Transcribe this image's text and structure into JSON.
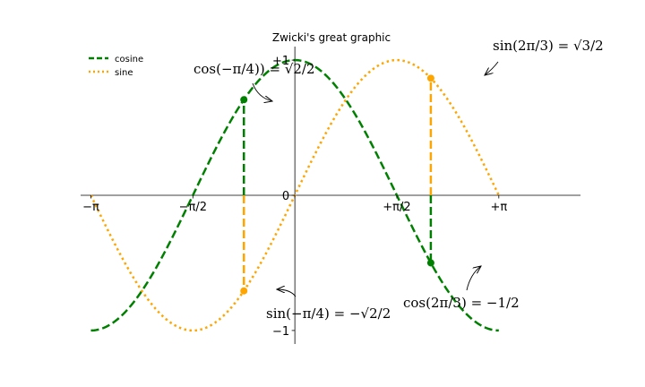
{
  "chart_data": {
    "type": "line",
    "title": "Zwicki's great graphic",
    "xlim": [
      -3.3,
      4.4
    ],
    "ylim": [
      -1.1,
      1.1
    ],
    "grid": false,
    "legend_placement": "top-left",
    "x_ticks": [
      {
        "value": -3.14159,
        "label": "−π"
      },
      {
        "value": -1.5708,
        "label": "−π/2"
      },
      {
        "value": 0,
        "label": "0"
      },
      {
        "value": 1.5708,
        "label": "+π/2"
      },
      {
        "value": 3.14159,
        "label": "+π"
      }
    ],
    "y_ticks": [
      {
        "value": -1,
        "label": "−1"
      },
      {
        "value": 0,
        "label": "0"
      },
      {
        "value": 1,
        "label": "+1"
      }
    ],
    "series": [
      {
        "name": "cosine",
        "function": "cos",
        "color": "#008000",
        "style": "dashed",
        "x_range": [
          -3.14159,
          3.14159
        ]
      },
      {
        "name": "sine",
        "function": "sin",
        "color": "#ffa500",
        "style": "dotted",
        "x_range": [
          -3.14159,
          3.14159
        ]
      }
    ],
    "markers": [
      {
        "id": "cos-neg-pi4",
        "x": -0.7854,
        "y": 0.7071,
        "color": "#008000"
      },
      {
        "id": "sin-neg-pi4",
        "x": -0.7854,
        "y": -0.7071,
        "color": "#ffa500"
      },
      {
        "id": "sin-2pi3",
        "x": 2.0944,
        "y": 0.866,
        "color": "#ffa500"
      },
      {
        "id": "cos-2pi3",
        "x": 2.0944,
        "y": -0.5,
        "color": "#008000"
      }
    ],
    "vertical_lines": [
      {
        "x": -0.7854,
        "y0": 0,
        "y1": 0.7071,
        "color": "#008000"
      },
      {
        "x": -0.7854,
        "y0": 0,
        "y1": -0.7071,
        "color": "#ffa500"
      },
      {
        "x": 2.0944,
        "y0": 0,
        "y1": 0.866,
        "color": "#ffa500"
      },
      {
        "x": 2.0944,
        "y0": 0,
        "y1": -0.5,
        "color": "#008000"
      }
    ],
    "annotations": {
      "cos_neg_pi4": "cos(−π/4)) = √2/2",
      "sin_neg_pi4": "sin(−π/4) = −√2/2",
      "sin_2pi3": "sin(2π/3) = √3/2",
      "cos_2pi3": "cos(2π/3) = −1/2"
    }
  }
}
